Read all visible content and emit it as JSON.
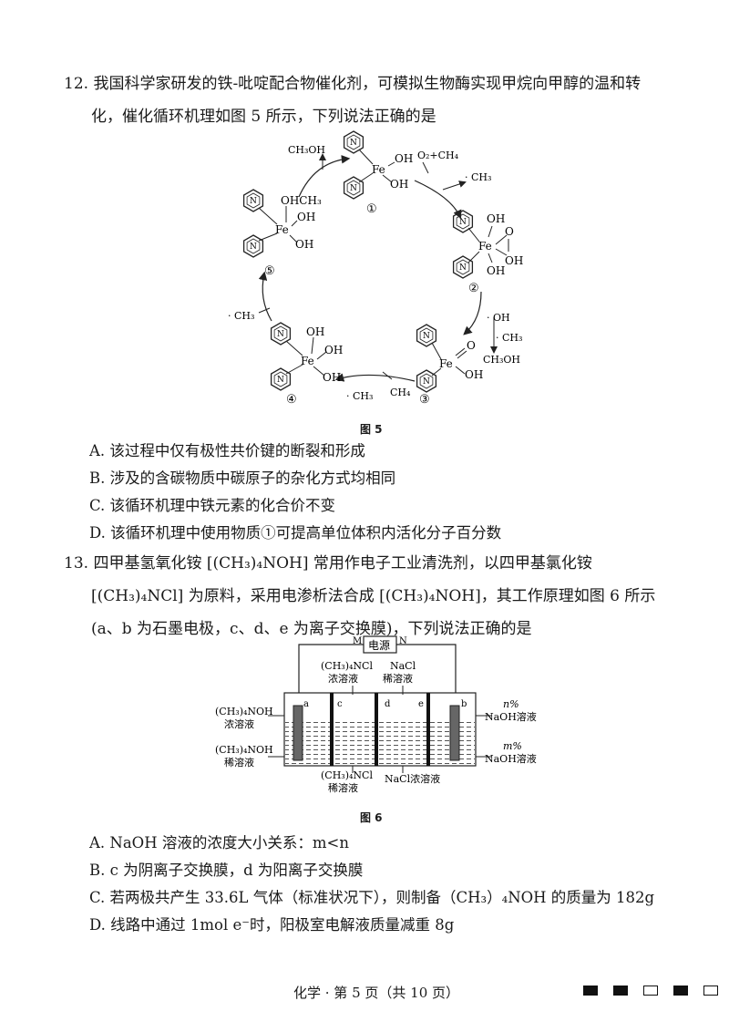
{
  "q12": {
    "line1": "12. 我国科学家研发的铁-吡啶配合物催化剂，可模拟生物酶实现甲烷向甲醇的温和转",
    "line2": "化，催化循环机理如图 5 所示，下列说法正确的是",
    "figure": {
      "caption": "图 5",
      "pyridine_n": "N",
      "fe": "Fe",
      "oh": "OH",
      "o": "O",
      "ohch3": "OHCH₃",
      "ch3oh": "CH₃OH",
      "o2_ch4": "O₂+CH₄",
      "ch3_radical": "· CH₃",
      "oh_radical": "· OH",
      "ch4": "CH₄",
      "labels": [
        "①",
        "②",
        "③",
        "④",
        "⑤"
      ]
    },
    "options": [
      "A. 该过程中仅有极性共价键的断裂和形成",
      "B. 涉及的含碳物质中碳原子的杂化方式均相同",
      "C. 该循环机理中铁元素的化合价不变",
      "D. 该循环机理中使用物质①可提高单位体积内活化分子百分数"
    ]
  },
  "q13": {
    "line1": "13. 四甲基氢氧化铵 [(CH₃)₄NOH] 常用作电子工业清洗剂，以四甲基氯化铵",
    "line2": "[(CH₃)₄NCl] 为原料，采用电渗析法合成 [(CH₃)₄NOH]，其工作原理如图 6 所示",
    "line3": "(a、b 为石墨电极，c、d、e 为离子交换膜)，下列说法正确的是",
    "figure": {
      "caption": "图 6",
      "power": "电源",
      "m": "M",
      "n": "N",
      "a": "a",
      "b": "b",
      "c": "c",
      "d": "d",
      "e": "e",
      "top_left_1": "(CH₃)₄NCl",
      "top_left_2": "浓溶液",
      "top_right_1": "NaCl",
      "top_right_2": "稀溶液",
      "left_top_1": "(CH₃)₄NOH",
      "left_top_2": "浓溶液",
      "left_bot_1": "(CH₃)₄NOH",
      "left_bot_2": "稀溶液",
      "right_top_1": "n%",
      "right_top_2": "NaOH溶液",
      "right_bot_1": "m%",
      "right_bot_2": "NaOH溶液",
      "bot_mid_1": "(CH₃)₄NCl",
      "bot_mid_2": "稀溶液",
      "bot_right": "NaCl浓溶液"
    },
    "options": [
      "A. NaOH 溶液的浓度大小关系：m<n",
      "B. c 为阴离子交换膜，d 为阳离子交换膜",
      "C. 若两极共产生 33.6L 气体（标准状况下），则制备（CH₃）₄NOH 的质量为 182g",
      "D. 线路中通过 1mol e⁻时，阳极室电解液质量减重 8g"
    ]
  },
  "footer": {
    "text": "化学 · 第 5 页（共 10 页）",
    "marks": [
      "filled",
      "filled",
      "empty",
      "filled",
      "empty"
    ]
  }
}
